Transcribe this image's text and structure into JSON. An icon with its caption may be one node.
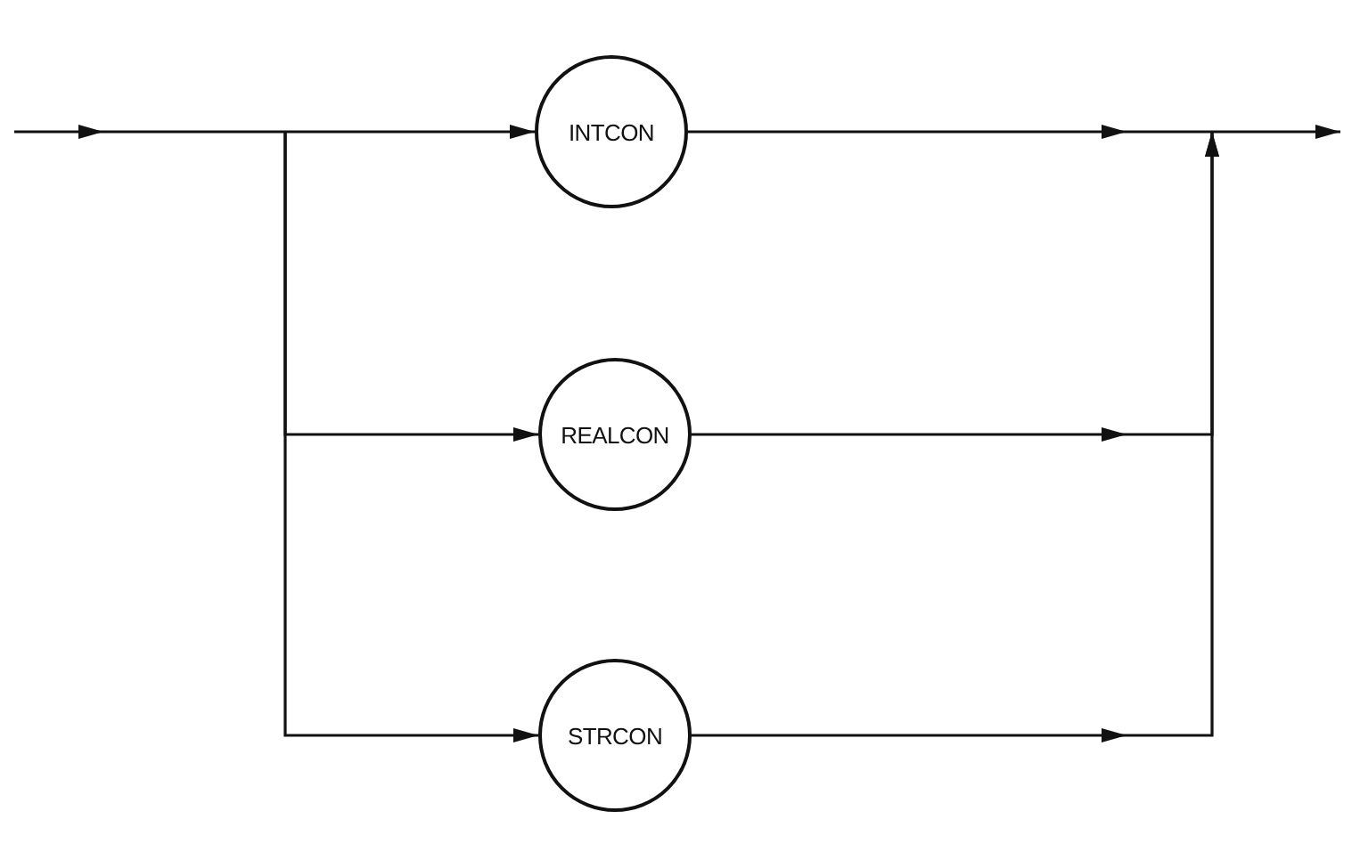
{
  "diagram": {
    "nodes": [
      {
        "text": [
          "INTCON"
        ]
      },
      {
        "text": [
          "REALCON"
        ]
      },
      {
        "text": [
          "STRCON"
        ]
      }
    ],
    "edges": [
      {
        "from": null,
        "to": 0,
        "arrow": "to"
      },
      {
        "from": null,
        "to": 1,
        "arrow": "to"
      },
      {
        "from": null,
        "to": 2,
        "arrow": "to"
      },
      {
        "from": 0,
        "to": null,
        "arrow": "to"
      },
      {
        "from": 1,
        "to": null,
        "arrow": "to"
      },
      {
        "from": 2,
        "to": null,
        "arrow": "to"
      }
    ]
  }
}
